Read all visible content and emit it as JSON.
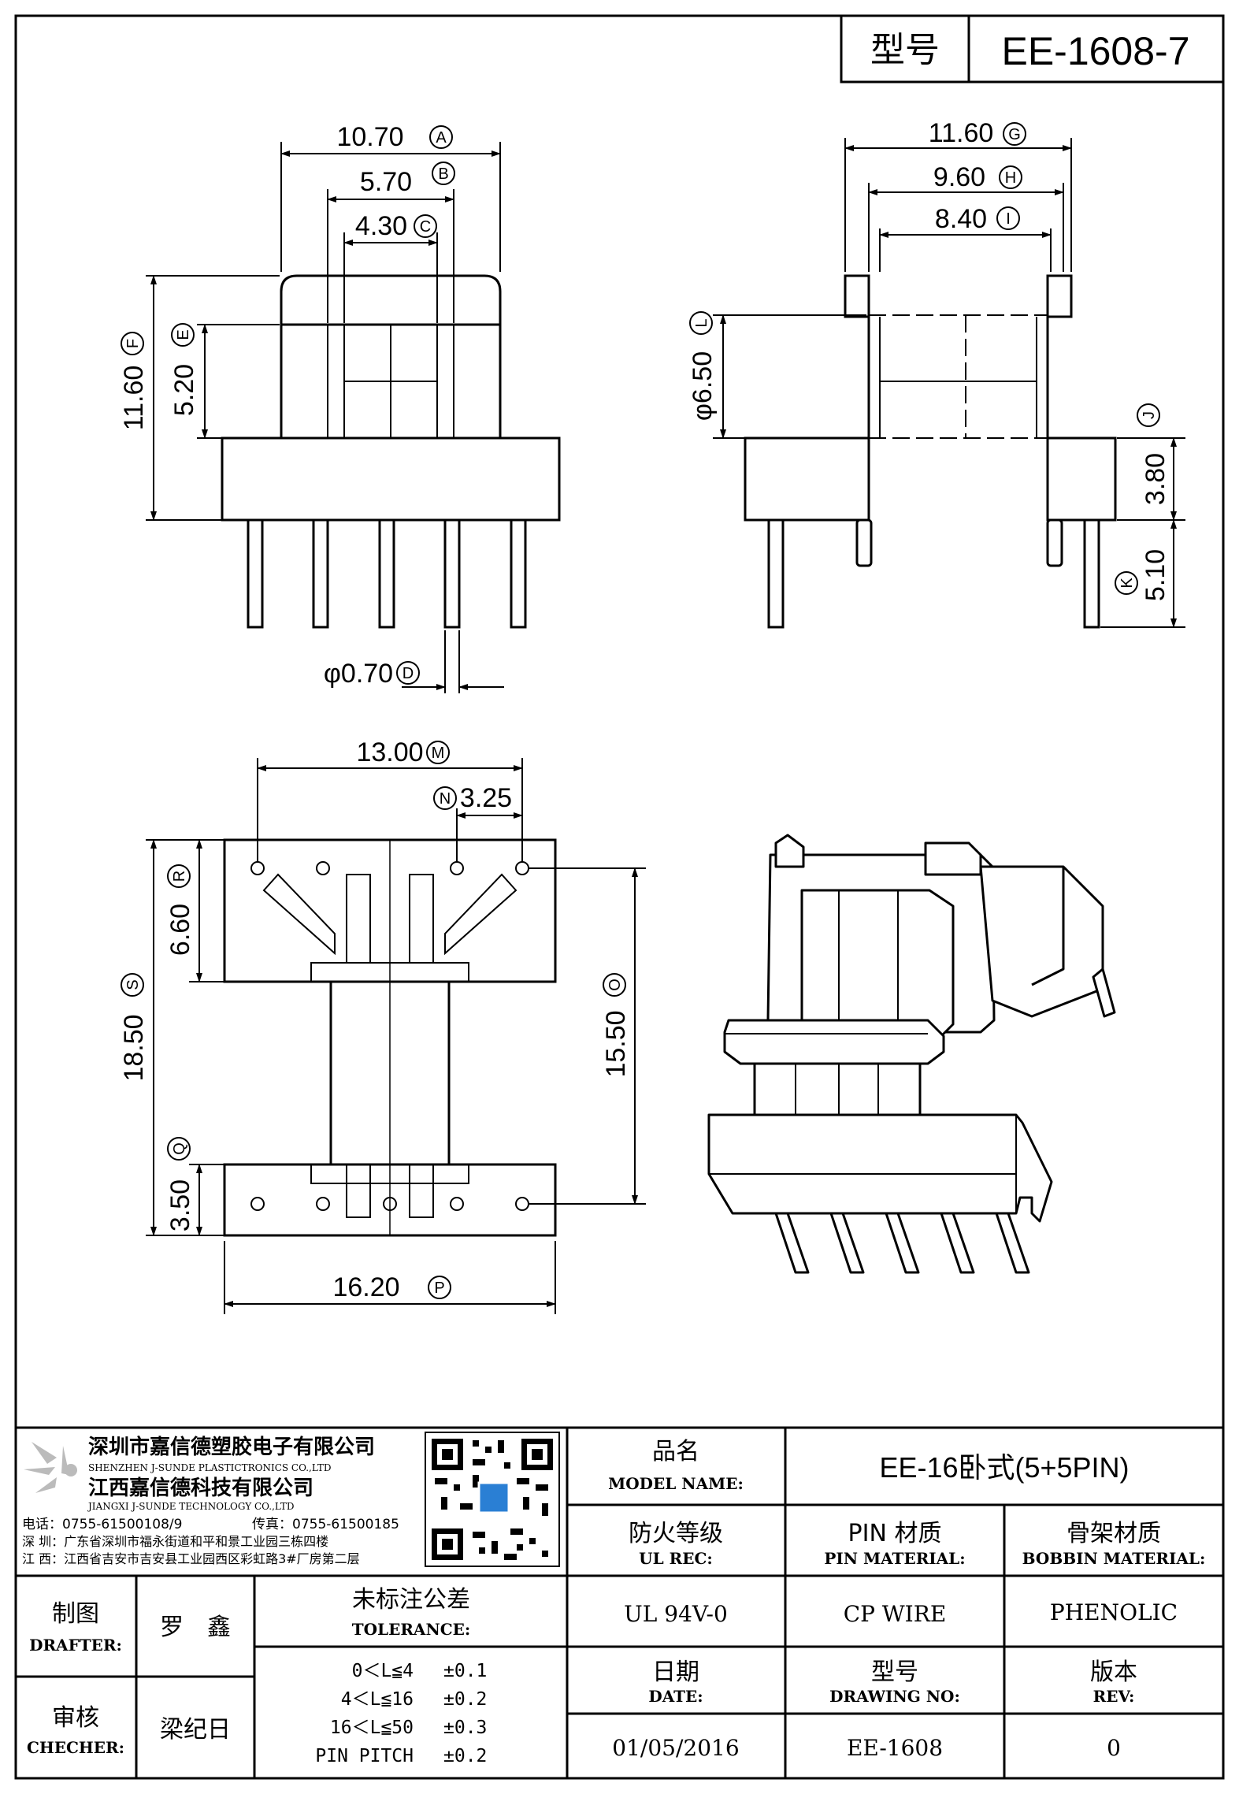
{
  "header": {
    "type_label": "型号",
    "part_number": "EE-1608-7"
  },
  "dimensions": {
    "A": "10.70",
    "B": "5.70",
    "C": "4.30",
    "D": "φ0.70",
    "E": "5.20",
    "F": "11.60",
    "G": "11.60",
    "H": "9.60",
    "I": "8.40",
    "J": "3.80",
    "K": "5.10",
    "L": "φ6.50",
    "M": "13.00",
    "N": "3.25",
    "O": "15.50",
    "P": "16.20",
    "Q": "3.50",
    "R": "6.60",
    "S": "18.50"
  },
  "company": {
    "name_sz": "深圳市嘉信德塑胶电子有限公司",
    "name_sz_en": "SHENZHEN J-SUNDE PLASTICTRONICS CO.,LTD",
    "name_jx": "江西嘉信德科技有限公司",
    "name_jx_en": "JIANGXI J-SUNDE TECHNOLOGY CO.,LTD",
    "tel": "电话：0755-61500108/9",
    "fax": "传真：0755-61500185",
    "addr_sz": "深 圳：广东省深圳市福永街道和平和景工业园三栋四楼",
    "addr_jx": "江 西：江西省吉安市吉安县工业园西区彩虹路3#厂房第二层"
  },
  "title_block": {
    "model_name_cn": "品名",
    "model_name_en": "MODEL NAME:",
    "model_name": "EE-16卧式(5+5PIN)",
    "ul_cn": "防火等级",
    "ul_en": "UL REC:",
    "ul_value": "UL 94V-0",
    "pin_cn": "PIN 材质",
    "pin_en": "PIN MATERIAL:",
    "pin_value": "CP WIRE",
    "bobbin_cn": "骨架材质",
    "bobbin_en": "BOBBIN MATERIAL:",
    "bobbin_value": "PHENOLIC",
    "date_cn": "日期",
    "date_en": "DATE:",
    "date_value": "01/05/2016",
    "dwg_cn": "型号",
    "dwg_en": "DRAWING NO:",
    "dwg_value": "EE-1608",
    "rev_cn": "版本",
    "rev_en": "REV:",
    "rev_value": "0",
    "drafter_cn": "制图",
    "drafter_en": "DRAFTER:",
    "drafter_name": "罗　鑫",
    "checker_cn": "审核",
    "checker_en": "CHECHER:",
    "checker_name": "梁纪日",
    "tolerance_cn": "未标注公差",
    "tolerance_en": "TOLERANCE:",
    "tolerances": [
      {
        "range": "0＜L≦4",
        "value": "±0.1"
      },
      {
        "range": "4＜L≦16",
        "value": "±0.2"
      },
      {
        "range": "16＜L≦50",
        "value": "±0.3"
      },
      {
        "range": "PIN PITCH",
        "value": "±0.2"
      }
    ]
  }
}
